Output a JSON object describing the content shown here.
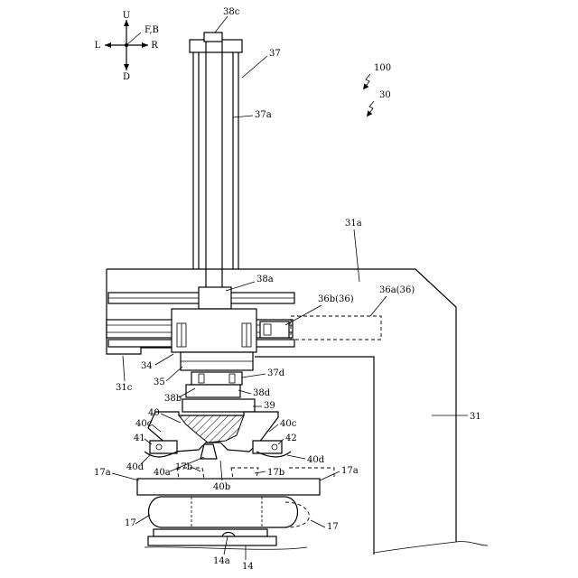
{
  "directions": {
    "up": "U",
    "down": "D",
    "left": "L",
    "right": "R",
    "front_back": "F,B"
  },
  "labels": {
    "l100": "100",
    "l30": "30",
    "l37": "37",
    "l37a": "37a",
    "l38c": "38c",
    "l38a": "38a",
    "l31a": "31a",
    "l36b": "36b(36)",
    "l36a": "36a(36)",
    "l31": "31",
    "l34": "34",
    "l31c": "31c",
    "l35": "35",
    "l37d": "37d",
    "l38b": "38b",
    "l38d": "38d",
    "l39": "39",
    "l40": "40",
    "l40c_left": "40c",
    "l40c_right": "40c",
    "l41": "41",
    "l42": "42",
    "l40d_left": "40d",
    "l40d_right": "40d",
    "l17a_left": "17a",
    "l17a_right": "17a",
    "l40a": "40a",
    "l17b_left": "17b",
    "l17b_right": "17b",
    "l40b": "40b",
    "l17_left": "17",
    "l17_right": "17",
    "l14a": "14a",
    "l14": "14"
  }
}
